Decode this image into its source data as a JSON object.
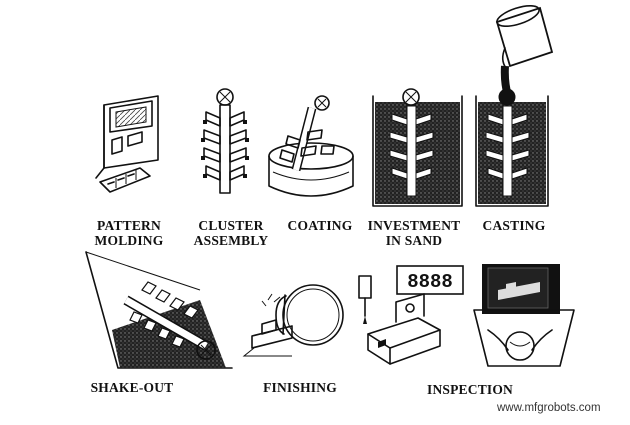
{
  "steps": {
    "pattern_molding": {
      "line1": "PATTERN",
      "line2": "MOLDING"
    },
    "cluster_assembly": {
      "line1": "CLUSTER",
      "line2": "ASSEMBLY"
    },
    "coating": {
      "line1": "COATING"
    },
    "investment": {
      "line1": "INVESTMENT",
      "line2": "IN SAND"
    },
    "casting": {
      "line1": "CASTING"
    },
    "shake_out": {
      "line1": "SHAKE-OUT"
    },
    "finishing": {
      "line1": "FINISHING"
    },
    "inspection": {
      "line1": "INSPECTION",
      "display_readout": "8888"
    }
  },
  "watermark": "www.mfgrobots.com"
}
